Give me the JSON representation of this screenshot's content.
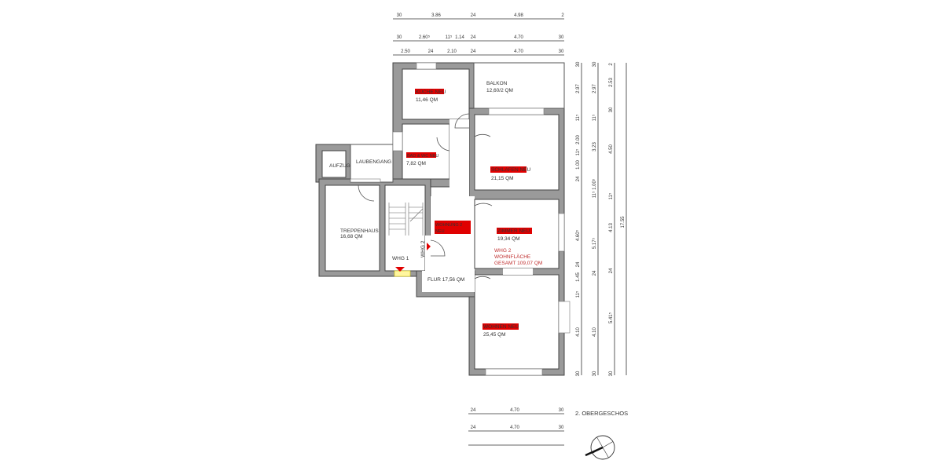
{
  "plan": {
    "floor_title": "2. OBERGESCHOS",
    "rooms": {
      "kueche": {
        "tag": "KÜCHE NEU",
        "area": "11,46 QM"
      },
      "balkon": {
        "name": "BALKON",
        "area": "12,60/2 QM"
      },
      "bad": {
        "tag": "BAD & WC NEU",
        "area": "7,82 QM"
      },
      "schlafen": {
        "tag": "SCHLAFEN NEU",
        "area": "21,15 QM"
      },
      "aufzug": {
        "name": "AUFZUG"
      },
      "laubengang": {
        "name": "LAUBENGANG"
      },
      "treppenhaus": {
        "name": "TREPPENHAUS",
        "area": "16,68 QM"
      },
      "wohnung": {
        "tag1": "WOHNUNG 2",
        "tag2": "NEU"
      },
      "zimmer": {
        "tag": "ZIMMER NEU",
        "area": "19,34 QM"
      },
      "flur": {
        "name": "FLUR 17,56 QM"
      },
      "wohnen": {
        "tag": "WOHNEN NEU",
        "area": "25,45 QM"
      }
    },
    "summary": {
      "line1": "WHG 2",
      "line2": "WOHNFLÄCHE",
      "line3": "GESAMT 109,07 QM"
    },
    "entrances": {
      "whg1": "WHG 1",
      "whg2": "WHG 2"
    },
    "highlight_color": "#e00000",
    "dimensions": {
      "top_row1": [
        "30",
        "3.86",
        "24",
        "4.98",
        "2"
      ],
      "top_row2": [
        "30",
        "2.60⁵",
        "11⁵",
        "1.14",
        "24",
        "4.70",
        "30"
      ],
      "top_row3": [
        "2.50",
        "24",
        "2.10",
        "24",
        "4.70",
        "30"
      ],
      "right_col1": [
        "30",
        "2.97",
        "11⁵",
        "2.00",
        "11⁵",
        "1.00",
        "24",
        "4.60⁵",
        "24",
        "1.45",
        "11⁵",
        "4.10",
        "30"
      ],
      "right_col2": [
        "30",
        "2.97",
        "11⁵",
        "3.23",
        "11⁵ 1.00⁵",
        "5.17⁵",
        "24",
        "4.10",
        "30"
      ],
      "right_col3": [
        "2",
        "2.53",
        "30",
        "4.50",
        "11⁵",
        "4.13",
        "24",
        "5.41⁵",
        "30"
      ],
      "right_col4": [
        "17.55"
      ],
      "bottom_row1": [
        "24",
        "4.70",
        "30"
      ],
      "bottom_row2": [
        "24",
        "4.70",
        "30"
      ]
    }
  }
}
